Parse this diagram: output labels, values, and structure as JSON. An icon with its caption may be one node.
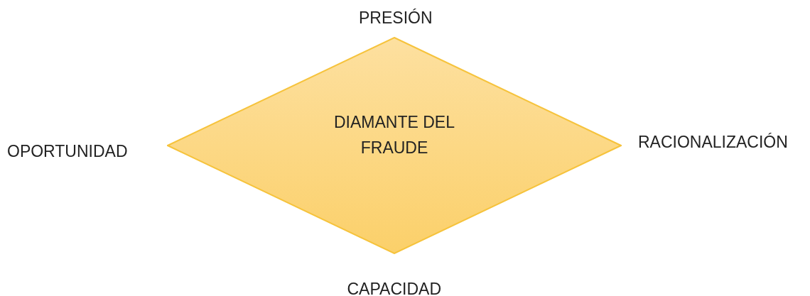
{
  "diagram": {
    "nodes": [
      {
        "text": [
          "DIAMANTE DEL FRAUDE"
        ]
      }
    ],
    "labels": [
      "PRESIÓN",
      "OPORTUNIDAD",
      "RACIONALIZACIÓN",
      "CAPACIDAD"
    ]
  }
}
